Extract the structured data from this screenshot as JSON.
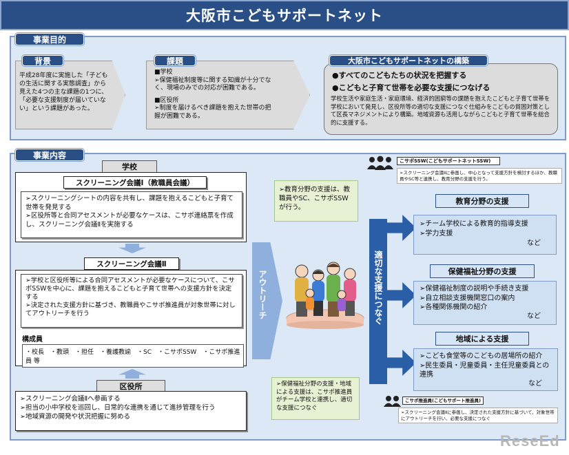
{
  "title": "大阪市こどもサポートネット",
  "purpose": {
    "tag": "事業目的",
    "background": {
      "label": "背景",
      "text": "平成28年度に実施した「子どもの生活に関する実態調査」から見えた4つの主な課題の1つに、「必要な支援制度が届いていない」という課題があった。"
    },
    "issues": {
      "label": "課題",
      "school_head": "■学校",
      "school_text": "➢保健福祉制度等に関する知識が十分でなく、現場のみでの対応が困難である。",
      "ward_head": "■区役所",
      "ward_text": "➢制度を届けるべき課題を抱えた世帯の把握が困難である。"
    },
    "build": {
      "label": "大阪市こどもサポートネットの構築",
      "point1": "●すべてのこどもたちの状況を把握する",
      "point2": "●こどもと子育て世帯を必要な支援につなげる",
      "text": "学校生活や家庭生活・家庭環境、経済的困窮等の課題を抱えたこどもと子育て世帯を学校において発見し、区役所等の適切な支援につなぐ仕組みをこどもの貧困対策として区長マネジメントにより構築。地域資源も活用しながらこどもと子育て世帯を総合的に支援する。"
    }
  },
  "content": {
    "tag": "事業内容",
    "school": {
      "label": "学校",
      "meeting1": "スクリーニング会議Ⅰ（教職員会議）",
      "m1_item1": "➢スクリーニングシートの内容を共有し、課題を抱えるこどもと子育て世帯を発見する",
      "m1_item2": "➢区役所等と合同アセスメントが必要なケースは、こサポ連絡票を作成し、スクリーニング会議Ⅱを実施する"
    },
    "meeting2": {
      "label": "スクリーニング会議Ⅱ",
      "item1": "➢学校と区役所等による合同アセスメントが必要なケースについて、こサポSSWを中心に、課題を抱えるこどもと子育て世帯への支援方針を決定する",
      "item2": "➢決定された支援方針に基づき、教職員やこサポ推進員が対象世帯に対してアウトリーチを行う",
      "members_head": "構成員",
      "members": "・校長　・教頭　・担任　・養護教諭　・SC　・こサポSSW　・こサポ推進員 等"
    },
    "ward": {
      "label": "区役所",
      "item1": "➢スクリーニング会議Ⅱへ参画する",
      "item2": "➢担当の小中学校を巡回し、日常的な連携を通じて進捗管理を行う",
      "item3": "➢地域資源の開発や状況把握に努める"
    },
    "outreach": "アウトリーチ",
    "connect": "適切な支援につなぐ",
    "bubble_edu": "➢教育分野の支援は、教職員やSC、こサポSSWが行う。",
    "bubble_welfare": "➢保健福祉分野の支援・地域による支援は、こサポ推進員がチーム学校と連携し、適切な支援につなぐ",
    "ssw": {
      "title": "こサポSSW(こどもサポートネットSSW)",
      "text": "➢スクリーニング会議Ⅱに参画し、中心となって支援方針を検討するほか、教職員やSC等と連携し、教育分野の支援を行う。"
    },
    "promoter": {
      "title": "こサポ推進員(こどもサポート推進員)",
      "text": "➢スクリーニング会議Ⅱに参画し、決定された支援方針に基づいて、対象世帯にアウトリーチを行い、必要な支援につなぐ"
    },
    "edu": {
      "label": "教育分野の支援",
      "item1": "➢チーム学校による教育的指導支援",
      "item2": "➢学力支援",
      "etc": "など"
    },
    "welfare": {
      "label": "保健福祉分野の支援",
      "item1": "➢保健福祉制度の説明や手続き支援",
      "item2": "➢自立相談支援機関窓口の案内",
      "item3": "➢各種関係機関の紹介",
      "etc": "など"
    },
    "community": {
      "label": "地域による支援",
      "item1": "➢こども食堂等のこどもの居場所の紹介",
      "item2": "➢民生委員・児童委員・主任児童委員との連携",
      "etc": "など"
    }
  },
  "watermark": "ReseEd"
}
